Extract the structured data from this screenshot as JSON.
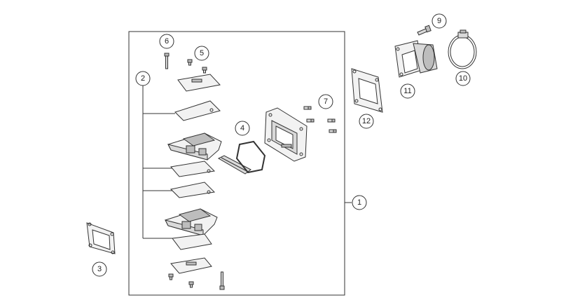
{
  "callouts": {
    "c1": "1",
    "c2": "2",
    "c3": "3",
    "c4": "4",
    "c5": "5",
    "c6": "6",
    "c7": "7",
    "c9": "9",
    "c10": "10",
    "c11": "11",
    "c12": "12"
  },
  "colors": {
    "outline": "#333333",
    "fill_light": "#f2f2f2",
    "fill_dark": "#bdbdbd",
    "background": "#ffffff"
  }
}
